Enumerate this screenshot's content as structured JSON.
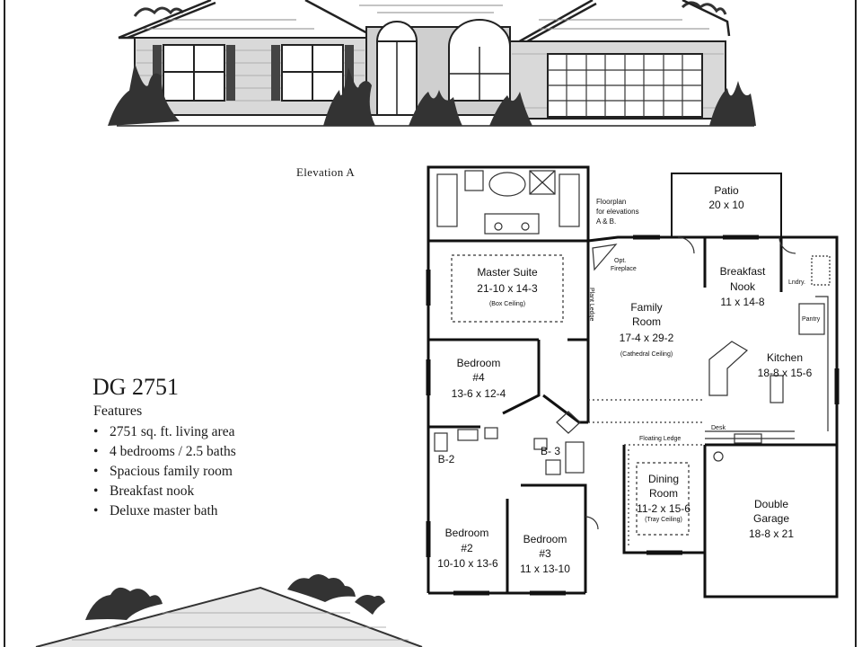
{
  "elevation_caption": "Elevation A",
  "plan_name": "DG 2751",
  "features": {
    "heading": "Features",
    "items": [
      "2751 sq. ft. living area",
      "4 bedrooms / 2.5 baths",
      "Spacious family room",
      "Breakfast nook",
      "Deluxe master bath"
    ]
  },
  "floorplan": {
    "note_line1": "Floorplan",
    "note_line2": "for elevations",
    "note_line3": "A & B.",
    "patio": {
      "name": "Patio",
      "dims": "20 x 10"
    },
    "master_suite": {
      "name": "Master Suite",
      "dims": "21-10 x 14-3",
      "note": "(Box Ceiling)"
    },
    "family_room": {
      "name1": "Family",
      "name2": "Room",
      "dims": "17-4 x 29-2",
      "note": "(Cathedral Ceiling)"
    },
    "breakfast_nook": {
      "name1": "Breakfast",
      "name2": "Nook",
      "dims": "11 x 14-8"
    },
    "kitchen": {
      "name": "Kitchen",
      "dims": "18-8 x 15-6"
    },
    "bedroom4": {
      "name1": "Bedroom",
      "name2": "#4",
      "dims": "13-6 x 12-4"
    },
    "bedroom2": {
      "name1": "Bedroom",
      "name2": "#2",
      "dims": "10-10 x 13-6"
    },
    "bedroom3": {
      "name1": "Bedroom",
      "name2": "#3",
      "dims": "11 x 13-10"
    },
    "dining_room": {
      "name1": "Dining",
      "name2": "Room",
      "dims": "11-2 x 15-6",
      "note": "(Tray Ceiling)"
    },
    "garage": {
      "name1": "Double",
      "name2": "Garage",
      "dims": "18-8 x 21"
    },
    "bath_b2": "B-2",
    "bath_b3": "B- 3",
    "opt_fireplace_1": "Opt.",
    "opt_fireplace_2": "Fireplace",
    "plant_ledge": "Plant Ledge",
    "floating_ledge": "Floating Ledge",
    "laundry": "Lndry.",
    "pantry": "Pantry",
    "desk": "Desk"
  }
}
